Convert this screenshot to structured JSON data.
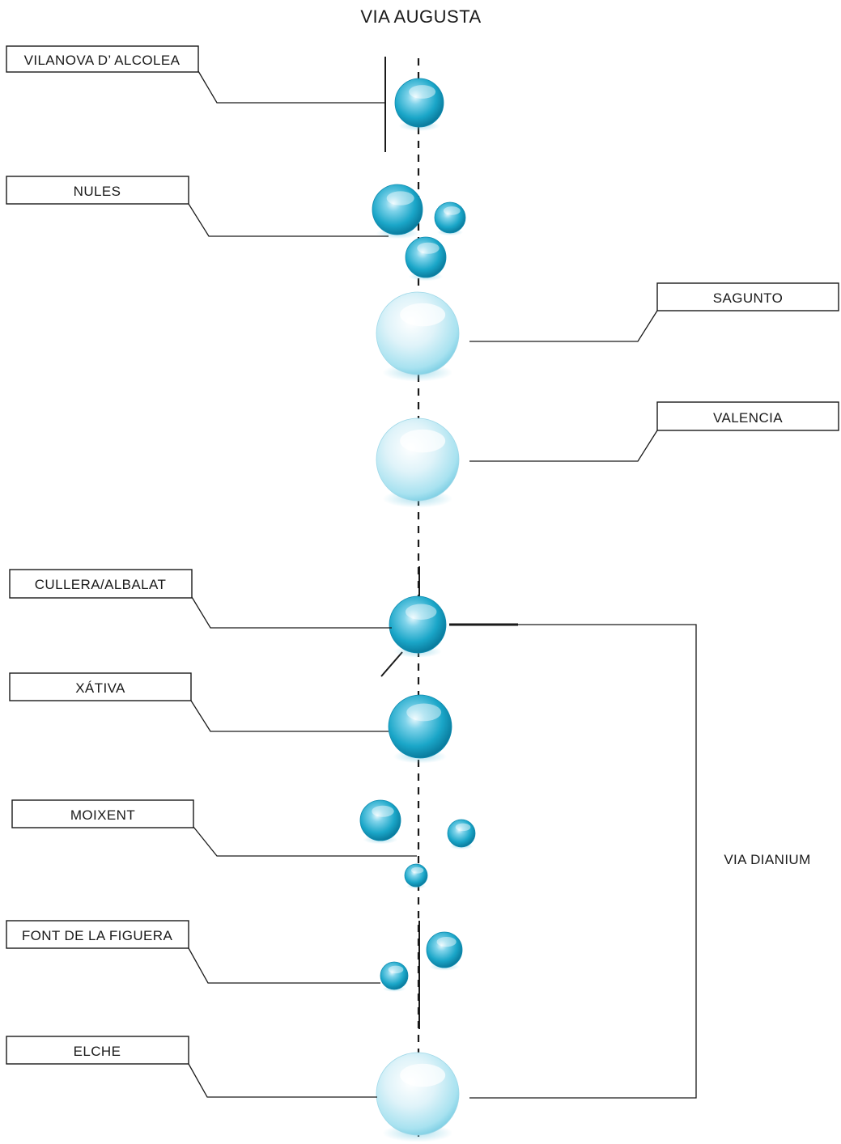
{
  "title": "VIA AUGUSTA",
  "branch_label": "VIA DIANIUM",
  "stations": [
    {
      "label": "VILANOVA D’ ALCOLEA"
    },
    {
      "label": "NULES"
    },
    {
      "label": "SAGUNTO"
    },
    {
      "label": "VALENCIA"
    },
    {
      "label": "CULLERA/ALBALAT"
    },
    {
      "label": "XÁTIVA"
    },
    {
      "label": "MOIXENT"
    },
    {
      "label": "FONT DE LA FIGUERA"
    },
    {
      "label": "ELCHE"
    }
  ],
  "colors": {
    "sphere_dark": "#1aa6c8",
    "sphere_light": "#a8e2f0",
    "line": "#1a1a1a"
  }
}
